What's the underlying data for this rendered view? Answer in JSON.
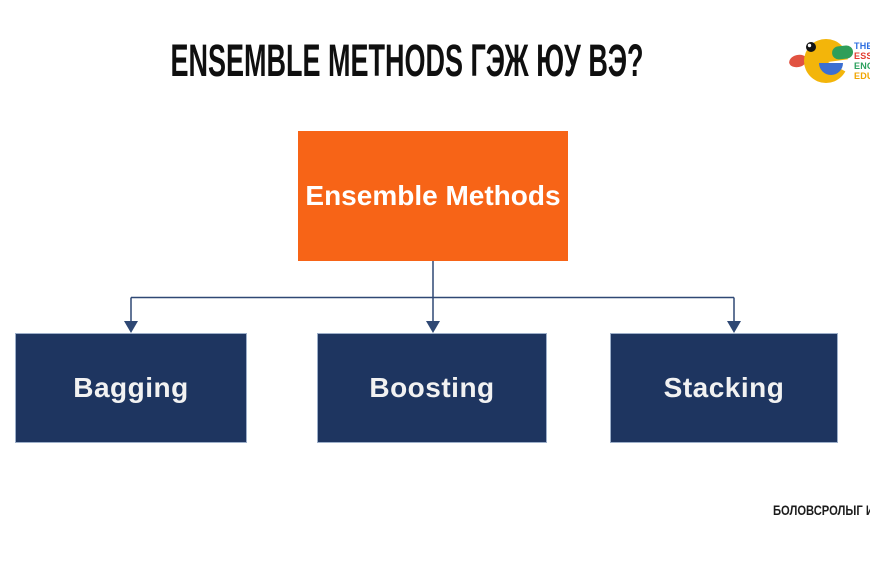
{
  "title": {
    "text": "ENSEMBLE METHODS ГЭЖ ЮУ ВЭ?"
  },
  "logo": {
    "lines": [
      {
        "text": "THE",
        "color": "#2F6FE0"
      },
      {
        "text": "ESS",
        "color": "#E23D30"
      },
      {
        "text": "ENG",
        "color": "#2BA05C"
      },
      {
        "text": "EDU",
        "color": "#F0A500"
      }
    ],
    "duck": {
      "body": "#F3B50A",
      "beak": "#E15241",
      "wing": "#3C6FD1",
      "tail": "#2F9E59",
      "eye": "#141414",
      "eye_highlight": "#FFFFFF",
      "notch": "#FFFFFF"
    }
  },
  "diagram": {
    "root": {
      "label": "Ensemble Methods"
    },
    "children": [
      {
        "label": "Bagging"
      },
      {
        "label": "Boosting"
      },
      {
        "label": "Stacking"
      }
    ]
  },
  "footer": {
    "text": "БОЛОВСРОЛЫГ ИНЖЕ"
  },
  "colors": {
    "background": "#FFFFFF",
    "accent_orange": "#F76417",
    "navy": "#1E3560",
    "connector": "#2F4874",
    "box_border": "#9DAFC9",
    "title_text": "#0F0F0F",
    "box_text": "#F2F2F2",
    "footer_text": "#1C1C1C"
  }
}
